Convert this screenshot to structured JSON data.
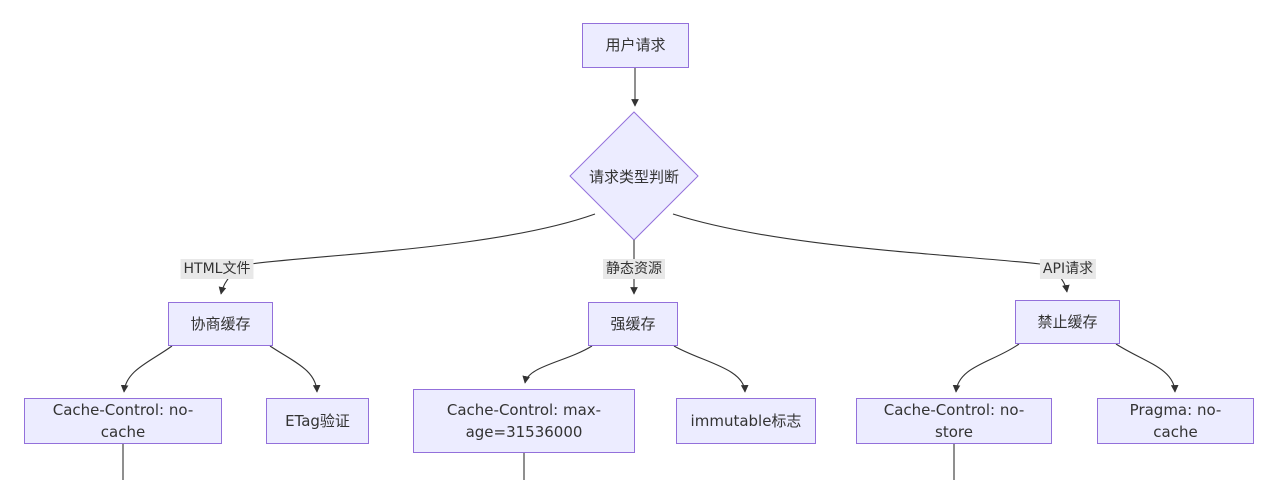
{
  "colors": {
    "canvas_bg": "#ffffff",
    "node_fill": "#ECECFF",
    "node_border": "#9370DB",
    "edge_color": "#333333",
    "edge_label_bg": "#e8e8e8",
    "text_color": "#333333"
  },
  "flowchart": {
    "nodes": {
      "user_request": "用户请求",
      "decision": "请求类型判断",
      "negotiated_cache": "协商缓存",
      "strong_cache": "强缓存",
      "forbid_cache": "禁止缓存",
      "cc_no_cache": "Cache-Control: no-cache",
      "etag_validation": "ETag验证",
      "cc_max_age": "Cache-Control: max-age=31536000",
      "immutable_flag": "immutable标志",
      "cc_no_store": "Cache-Control: no-store",
      "pragma_no_cache": "Pragma: no-cache"
    },
    "edge_labels": {
      "html_file": "HTML文件",
      "static_resource": "静态资源",
      "api_request": "API请求"
    }
  }
}
